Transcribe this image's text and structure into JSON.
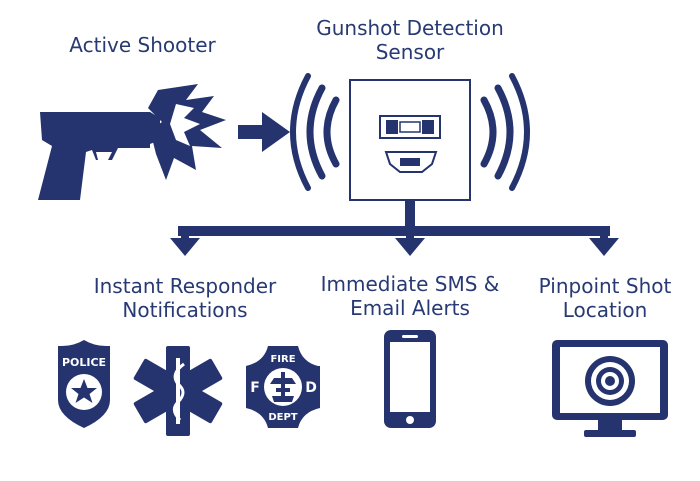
{
  "colors": {
    "navy": "#25346e",
    "white": "#ffffff"
  },
  "labels": {
    "active_shooter": "Active Shooter",
    "sensor_line1": "Gunshot Detection",
    "sensor_line2": "Sensor",
    "responder_line1": "Instant Responder",
    "responder_line2": "Notifications",
    "sms_line1": "Immediate SMS &",
    "sms_line2": "Email Alerts",
    "location_line1": "Pinpoint Shot",
    "location_line2": "Location"
  },
  "badges": {
    "police": "POLICE",
    "fire_top": "FIRE",
    "fire_bottom": "DEPT",
    "fire_left": "F",
    "fire_right": "D"
  },
  "icons": [
    "pistol-icon",
    "gunshot-burst-icon",
    "arrow-right-icon",
    "sensor-icon",
    "signal-waves-icon",
    "police-badge-icon",
    "star-of-life-icon",
    "fire-dept-badge-icon",
    "smartphone-icon",
    "monitor-target-icon"
  ]
}
